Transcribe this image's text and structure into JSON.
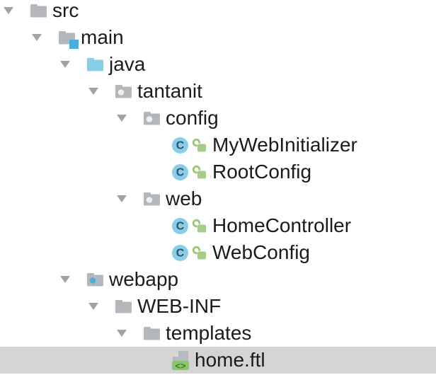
{
  "tree": {
    "rows": [
      {
        "label": "src",
        "level": 0,
        "icon": "folder",
        "expanded": true,
        "selected": false
      },
      {
        "label": "main",
        "level": 1,
        "icon": "folder-main",
        "expanded": true,
        "selected": false
      },
      {
        "label": "java",
        "level": 2,
        "icon": "folder-source",
        "expanded": true,
        "selected": false
      },
      {
        "label": "tantanit",
        "level": 3,
        "icon": "folder-package",
        "expanded": true,
        "selected": false
      },
      {
        "label": "config",
        "level": 4,
        "icon": "folder-package",
        "expanded": true,
        "selected": false
      },
      {
        "label": "MyWebInitializer",
        "level": 5,
        "icon": "java-class",
        "expanded": false,
        "selected": false
      },
      {
        "label": "RootConfig",
        "level": 5,
        "icon": "java-class",
        "expanded": false,
        "selected": false
      },
      {
        "label": "web",
        "level": 4,
        "icon": "folder-package",
        "expanded": true,
        "selected": false
      },
      {
        "label": "HomeController",
        "level": 5,
        "icon": "java-class",
        "expanded": false,
        "selected": false
      },
      {
        "label": "WebConfig",
        "level": 5,
        "icon": "java-class",
        "expanded": false,
        "selected": false
      },
      {
        "label": "webapp",
        "level": 2,
        "icon": "folder-webapp",
        "expanded": true,
        "selected": false
      },
      {
        "label": "WEB-INF",
        "level": 3,
        "icon": "folder",
        "expanded": true,
        "selected": false
      },
      {
        "label": "templates",
        "level": 4,
        "icon": "folder",
        "expanded": true,
        "selected": false
      },
      {
        "label": "home.ftl",
        "level": 5,
        "icon": "ftl-file",
        "expanded": false,
        "selected": true
      }
    ],
    "class_badge_letter": "C",
    "ftl_badge_glyph": "<>"
  },
  "colors": {
    "background": "#ffffff",
    "text": "#1b1b1b",
    "selection_bg": "#d4d4d4",
    "chevron": "#a3a3a3",
    "folder_gray": "#b3b7bb",
    "folder_source_blue": "#87cde7",
    "badge_blue": "#49b0dc",
    "package_dot": "#edeff1",
    "class_circle_blue": "#8acde8",
    "class_letter": "#374f66",
    "lock_green": "#a5cd87",
    "lock_ring_green": "#9cc67d",
    "ftl_badge_green": "#8cc46d",
    "ftl_glyph_green": "#40783a",
    "file_gray": "#b7bbbf",
    "file_fold_gray": "#d8dadc"
  }
}
